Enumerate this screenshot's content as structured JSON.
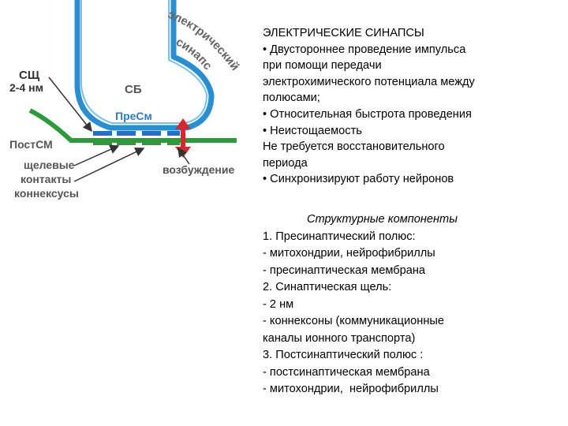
{
  "diagram": {
    "labels": {
      "synaptic_cleft": "СЩ",
      "cleft_size": "2-4 нм",
      "sb": "СБ",
      "presynaptic": "ПреСм",
      "postsynaptic": "ПостСМ",
      "gap_contacts": [
        "щелевые",
        "контакты",
        "коннексусы"
      ],
      "excitation": "возбуждение",
      "curved_text_line1": "электрический",
      "curved_text_line2": "синапс"
    },
    "colors": {
      "neuron_outline": "#2a8fd0",
      "postsynaptic_membrane": "#2e9a3c",
      "connexon_blue": "#1f74c8",
      "connexon_green": "#2e9a3c",
      "excitation_arrow": "#d42a2a",
      "label_blue": "#2a7fc4",
      "label_gray": "#555555",
      "arc_text": "#666666"
    },
    "icons": {
      "excitation": "double-arrow-up-down-icon",
      "pointer": "arrow-icon"
    }
  },
  "text": {
    "title": "ЭЛЕКТРИЧЕСКИЕ СИНАПСЫ",
    "lines": [
      "• Двустороннее проведение импульса",
      "при помощи передачи",
      "электрохимического потенциала между",
      "полюсами;",
      "• Относительная быстрота проведения",
      "• Неистощаемость",
      "Не требуется восстановительного",
      "периода",
      "• Синхронизируют работу нейронов"
    ]
  },
  "components": {
    "title": "Структурные компоненты",
    "lines": [
      "1. Пресинаптический полюс:",
      "- митохондрии, нейрофибриллы",
      "- пресинаптическая мембрана",
      "2. Синаптическая щель:",
      "- 2 нм",
      "- коннексоны (коммуникационные",
      "каналы ионного транспорта)",
      "3. Постсинаптический полюс :",
      "- постсинаптическая мембрана",
      "- митохондрии,  нейрофибриллы"
    ]
  }
}
